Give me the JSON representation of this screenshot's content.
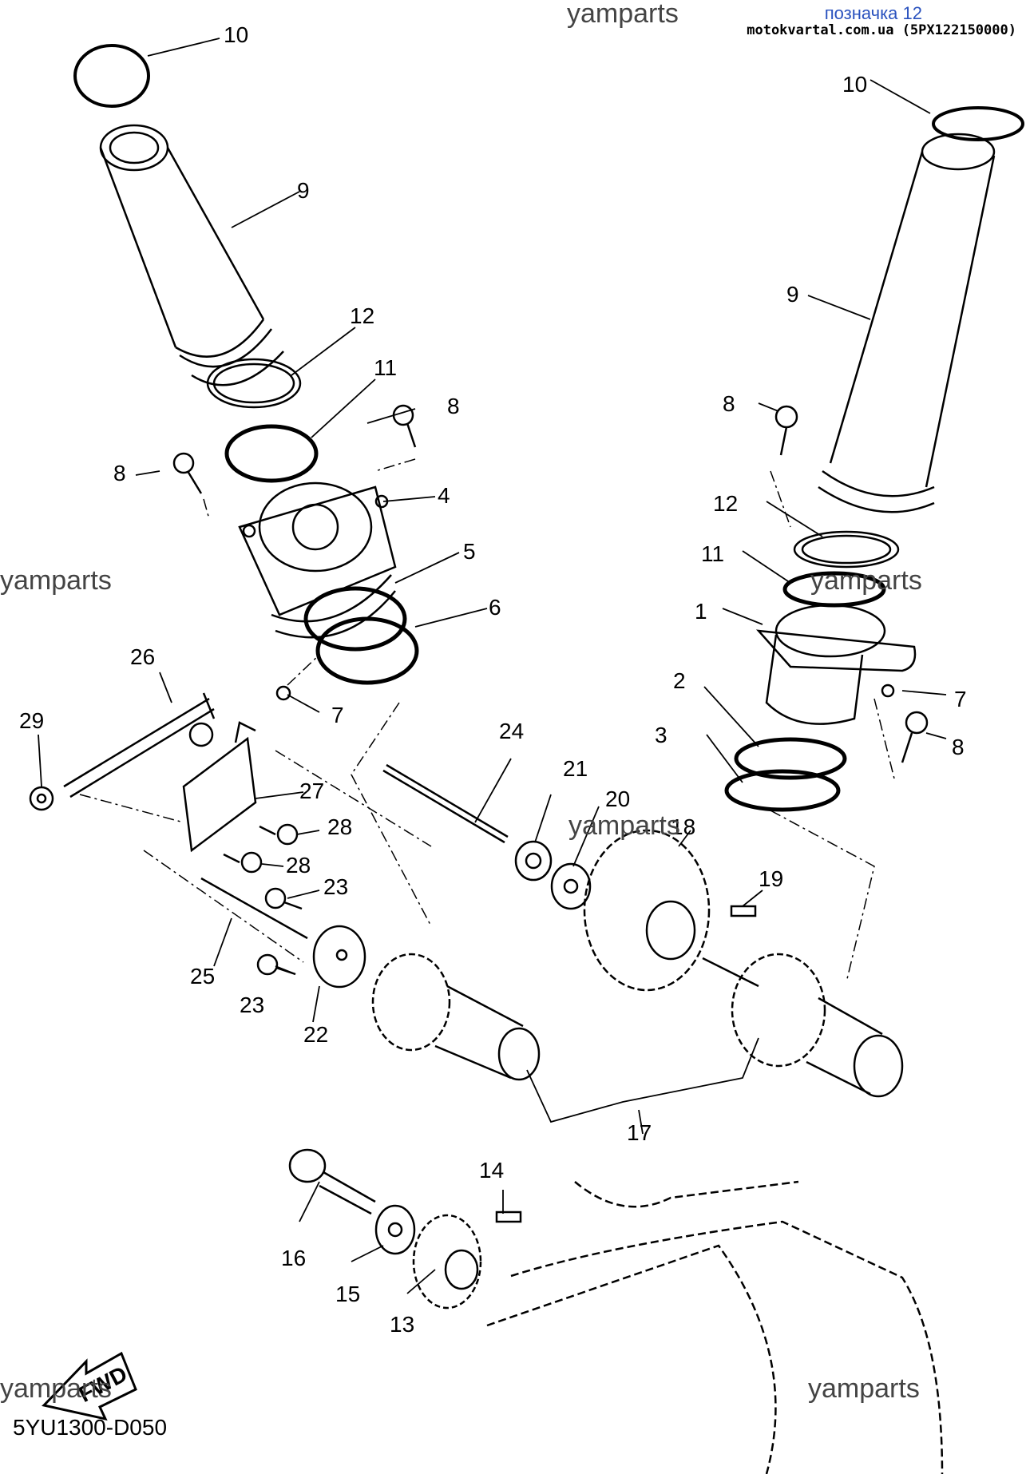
{
  "header": {
    "label": "позначка 12",
    "source": "motokvartal.com.ua (5PX122150000)"
  },
  "watermark": "yamparts",
  "fwd_label": "FWD",
  "part_code": "5YU1300-D050",
  "callouts": {
    "c10a": "10",
    "c9a": "9",
    "c12a": "12",
    "c11a": "11",
    "c8a": "8",
    "c8b": "8",
    "c4": "4",
    "c5": "5",
    "c6": "6",
    "c7a": "7",
    "c26": "26",
    "c29": "29",
    "c27": "27",
    "c28a": "28",
    "c28b": "28",
    "c24": "24",
    "c21": "21",
    "c20": "20",
    "c18": "18",
    "c19": "19",
    "c23a": "23",
    "c23b": "23",
    "c25": "25",
    "c22": "22",
    "c17": "17",
    "c14": "14",
    "c16": "16",
    "c15": "15",
    "c13": "13",
    "c10b": "10",
    "c9b": "9",
    "c8c": "8",
    "c12b": "12",
    "c11b": "11",
    "c1": "1",
    "c2": "2",
    "c3": "3",
    "c7b": "7",
    "c8d": "8"
  }
}
